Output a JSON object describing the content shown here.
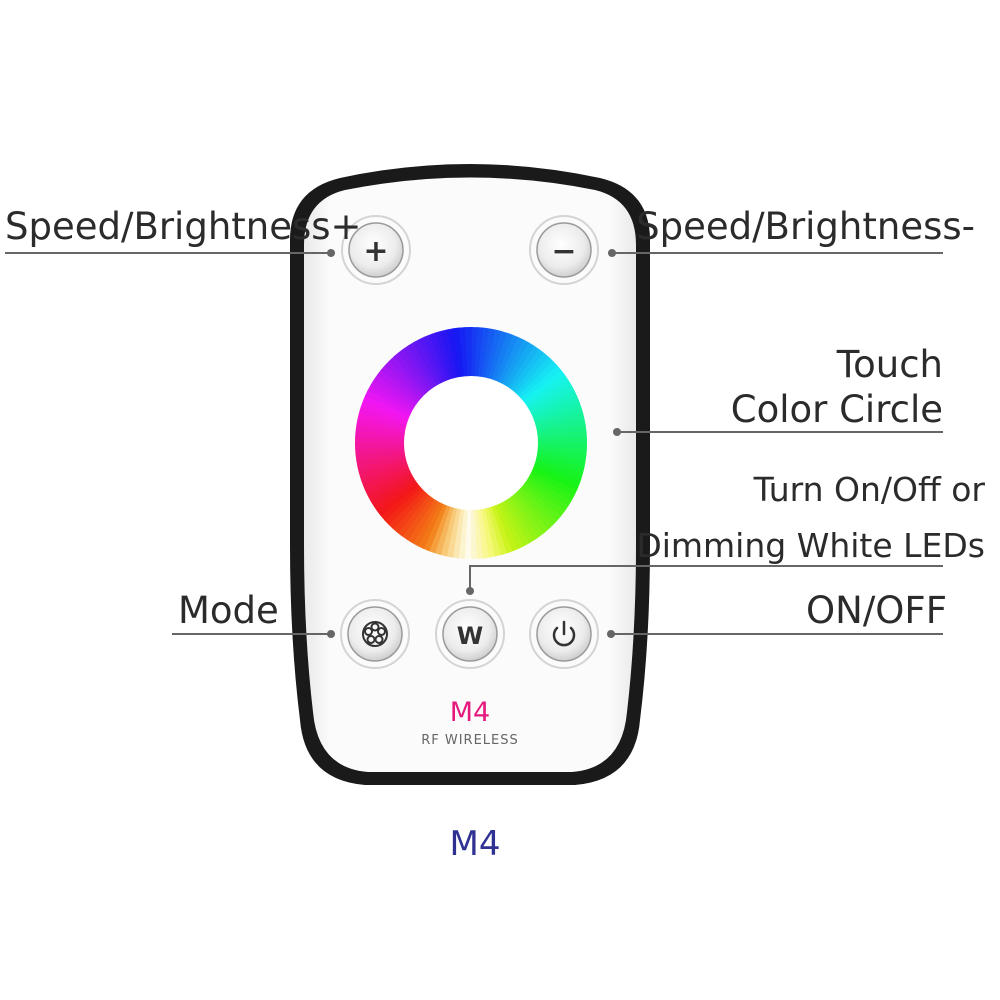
{
  "labels": {
    "speed_up": "Speed/Brightness+",
    "speed_down": "Speed/Brightness-",
    "touch_line1": "Touch",
    "touch_line2": "Color Circle",
    "white_line1": "Turn On/Off or",
    "white_line2": "Dimming White LEDs",
    "mode": "Mode",
    "onoff": "ON/OFF"
  },
  "remote": {
    "plus_symbol": "+",
    "minus_symbol": "−",
    "w_symbol": "W",
    "model_logo": "M4",
    "subtitle": "RF WIRELESS"
  },
  "caption": "M4",
  "colors": {
    "caption": "#2e3192",
    "logo": "#e6197e",
    "subtitle": "#666666",
    "leader_line": "#666666",
    "remote_outline": "#1a1a1a"
  },
  "icons": {
    "mode": "mode-flower-icon",
    "power": "power-icon"
  }
}
